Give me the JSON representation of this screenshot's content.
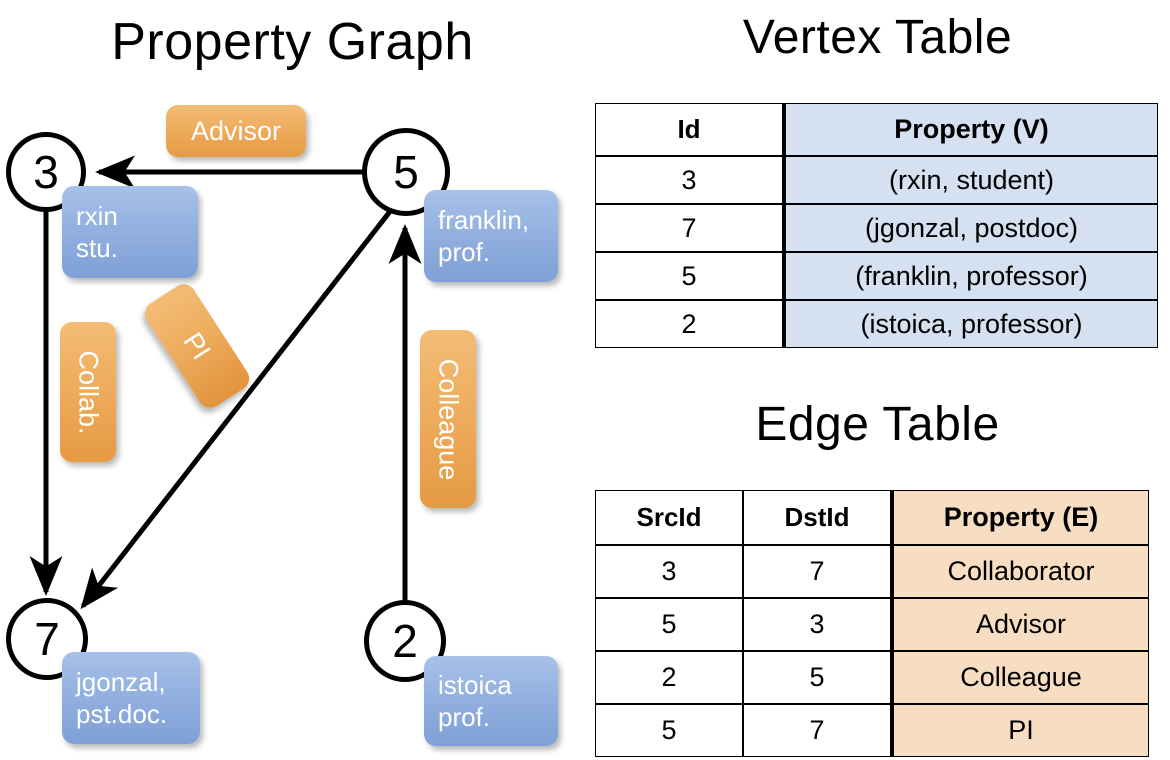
{
  "titles": {
    "property_graph": "Property Graph",
    "vertex_table": "Vertex Table",
    "edge_table": "Edge Table"
  },
  "graph": {
    "nodes": [
      {
        "id": "3",
        "property": "rxin\nstu."
      },
      {
        "id": "5",
        "property": "franklin,\nprof."
      },
      {
        "id": "7",
        "property": "jgonzal,\npst.doc."
      },
      {
        "id": "2",
        "property": "istoica\nprof."
      }
    ],
    "node_labels": {
      "n3": "3",
      "n5": "5",
      "n7": "7",
      "n2": "2"
    },
    "property_boxes": {
      "rxin_line1": "rxin",
      "rxin_line2": "stu.",
      "franklin_line1": "franklin,",
      "franklin_line2": "prof.",
      "jgonzal_line1": "jgonzal,",
      "jgonzal_line2": "pst.doc.",
      "istoica_line1": "istoica",
      "istoica_line2": "prof."
    },
    "edge_labels": {
      "advisor": "Advisor",
      "collab": "Collab.",
      "pi": "PI",
      "colleague": "Colleague"
    },
    "edges": [
      {
        "from": "3",
        "to": "7",
        "label": "Collab."
      },
      {
        "from": "5",
        "to": "3",
        "label": "Advisor"
      },
      {
        "from": "2",
        "to": "5",
        "label": "Colleague"
      },
      {
        "from": "5",
        "to": "7",
        "label": "PI"
      }
    ]
  },
  "vertex_table": {
    "headers": [
      "Id",
      "Property (V)"
    ],
    "rows": [
      [
        "3",
        "(rxin, student)"
      ],
      [
        "7",
        "(jgonzal, postdoc)"
      ],
      [
        "5",
        "(franklin, professor)"
      ],
      [
        "2",
        "(istoica, professor)"
      ]
    ]
  },
  "edge_table": {
    "headers": [
      "SrcId",
      "DstId",
      "Property (E)"
    ],
    "rows": [
      [
        "3",
        "7",
        "Collaborator"
      ],
      [
        "5",
        "3",
        "Advisor"
      ],
      [
        "2",
        "5",
        "Colleague"
      ],
      [
        "5",
        "7",
        "PI"
      ]
    ]
  },
  "colors": {
    "vertex_property_fill": "#d5e0f0",
    "edge_property_fill": "#f7ddc1",
    "node_box_blue": "#93b1e0",
    "edge_label_orange": "#eead5e",
    "stroke": "#000000",
    "background": "#ffffff"
  }
}
